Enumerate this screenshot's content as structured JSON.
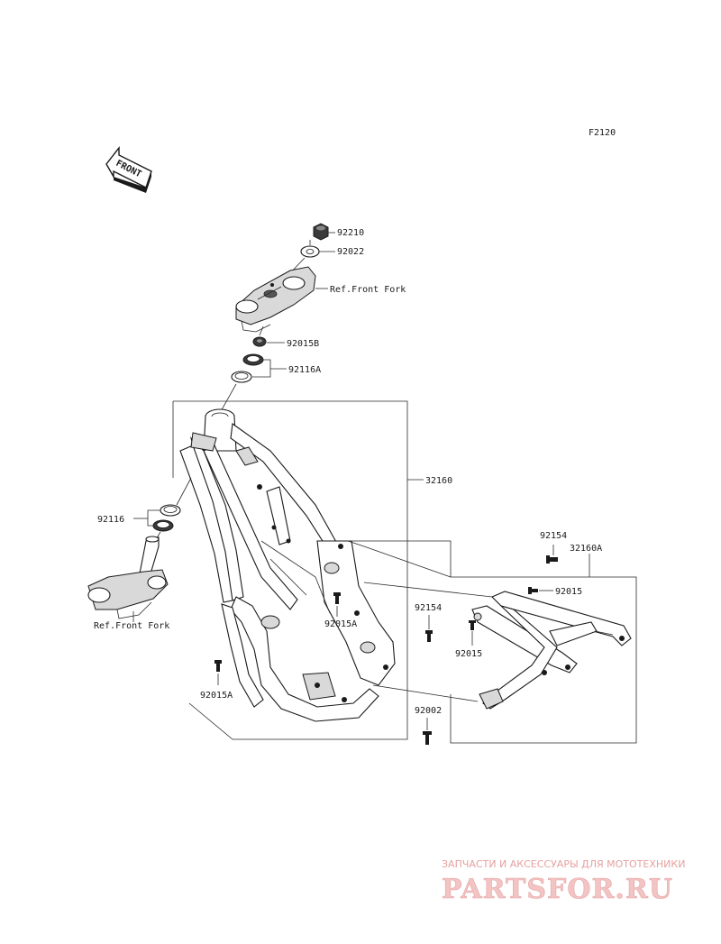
{
  "diagram_code": "F2120",
  "front_arrow_text": "FRONT",
  "parts": {
    "p92210": "92210",
    "p92022": "92022",
    "p92015B": "92015B",
    "p92116A": "92116A",
    "p32160": "32160",
    "p92116": "92116",
    "p92015A_1": "92015A",
    "p92015A_2": "92015A",
    "p92154_1": "92154",
    "p32160A": "32160A",
    "p92015_1": "92015",
    "p92154_2": "92154",
    "p92015_2": "92015",
    "p92002": "92002"
  },
  "refs": {
    "front_fork_top": "Ref.Front Fork",
    "front_fork_left": "Ref.Front Fork"
  },
  "watermark": {
    "top_text": "ЗАПЧАСТИ И АКСЕССУАРЫ ДЛЯ МОТОТЕХНИКИ",
    "main_text": "PARTSFOR.RU"
  }
}
